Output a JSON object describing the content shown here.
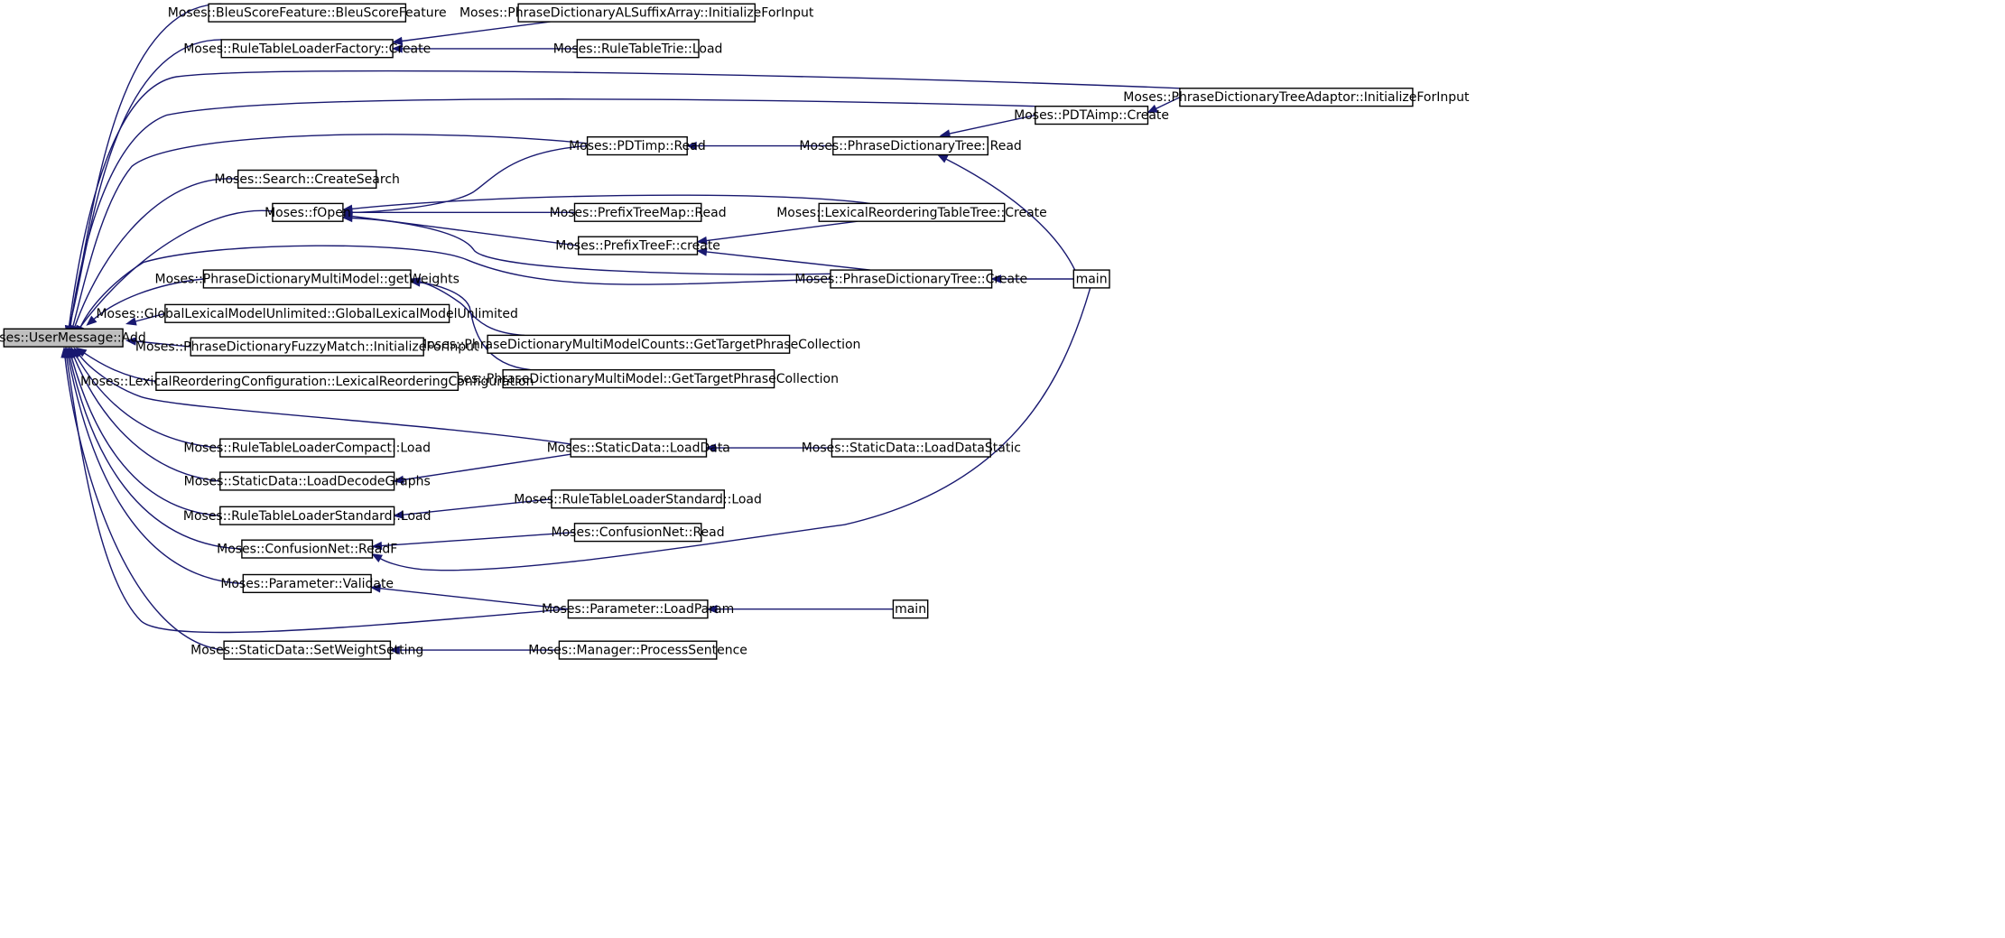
{
  "nodes": {
    "root": "Moses::UserMessage::Add",
    "bleu": "Moses::BleuScoreFeature::BleuScoreFeature",
    "rtlf_create": "Moses::RuleTableLoaderFactory::Create",
    "pdals_init": "Moses::PhraseDictionaryALSuffixArray::InitializeForInput",
    "rtt_load": "Moses::RuleTableTrie::Load",
    "pdta_init": "Moses::PhraseDictionaryTreeAdaptor::InitializeForInput",
    "pdtaimp_create": "Moses::PDTAimp::Create",
    "pdtimp_read": "Moses::PDTimp::Read",
    "pdtree_read": "Moses::PhraseDictionaryTree::Read",
    "search_create": "Moses::Search::CreateSearch",
    "fopen": "Moses::fOpen",
    "ptm_read": "Moses::PrefixTreeMap::Read",
    "lrtt_create": "Moses::LexicalReorderingTableTree::Create",
    "ptf_create": "Moses::PrefixTreeF::create",
    "pdmm_getweights": "Moses::PhraseDictionaryMultiModel::getWeights",
    "pdtree_create": "Moses::PhraseDictionaryTree::Create",
    "main1": "main",
    "glmu": "Moses::GlobalLexicalModelUnlimited::GlobalLexicalModelUnlimited",
    "pdmmc_gtpc": "Moses::PhraseDictionaryMultiModelCounts::GetTargetPhraseCollection",
    "pdfm_init": "Moses::PhraseDictionaryFuzzyMatch::InitializeForInput",
    "pdmm_gtpc": "Moses::PhraseDictionaryMultiModel::GetTargetPhraseCollection",
    "lrc": "Moses::LexicalReorderingConfiguration::LexicalReorderingConfiguration",
    "sd_loaddata": "Moses::StaticData::LoadData",
    "sd_loaddatastatic": "Moses::StaticData::LoadDataStatic",
    "rtlc_load": "Moses::RuleTableLoaderCompact::Load",
    "sd_ldg": "Moses::StaticData::LoadDecodeGraphs",
    "rtls_load_far": "Moses::RuleTableLoaderStandard::Load",
    "rtls_load": "Moses::RuleTableLoaderStandard::Load",
    "cn_readf": "Moses::ConfusionNet::ReadF",
    "cn_read": "Moses::ConfusionNet::Read",
    "param_validate": "Moses::Parameter::Validate",
    "param_loadparam": "Moses::Parameter::LoadParam",
    "main2": "main",
    "sd_sws": "Moses::StaticData::SetWeightSetting",
    "mgr_ps": "Moses::Manager::ProcessSentence"
  },
  "colors": {
    "edge": "#191970",
    "root_fill": "#bfbfbf",
    "node_fill": "#ffffff",
    "node_border": "#000000"
  }
}
